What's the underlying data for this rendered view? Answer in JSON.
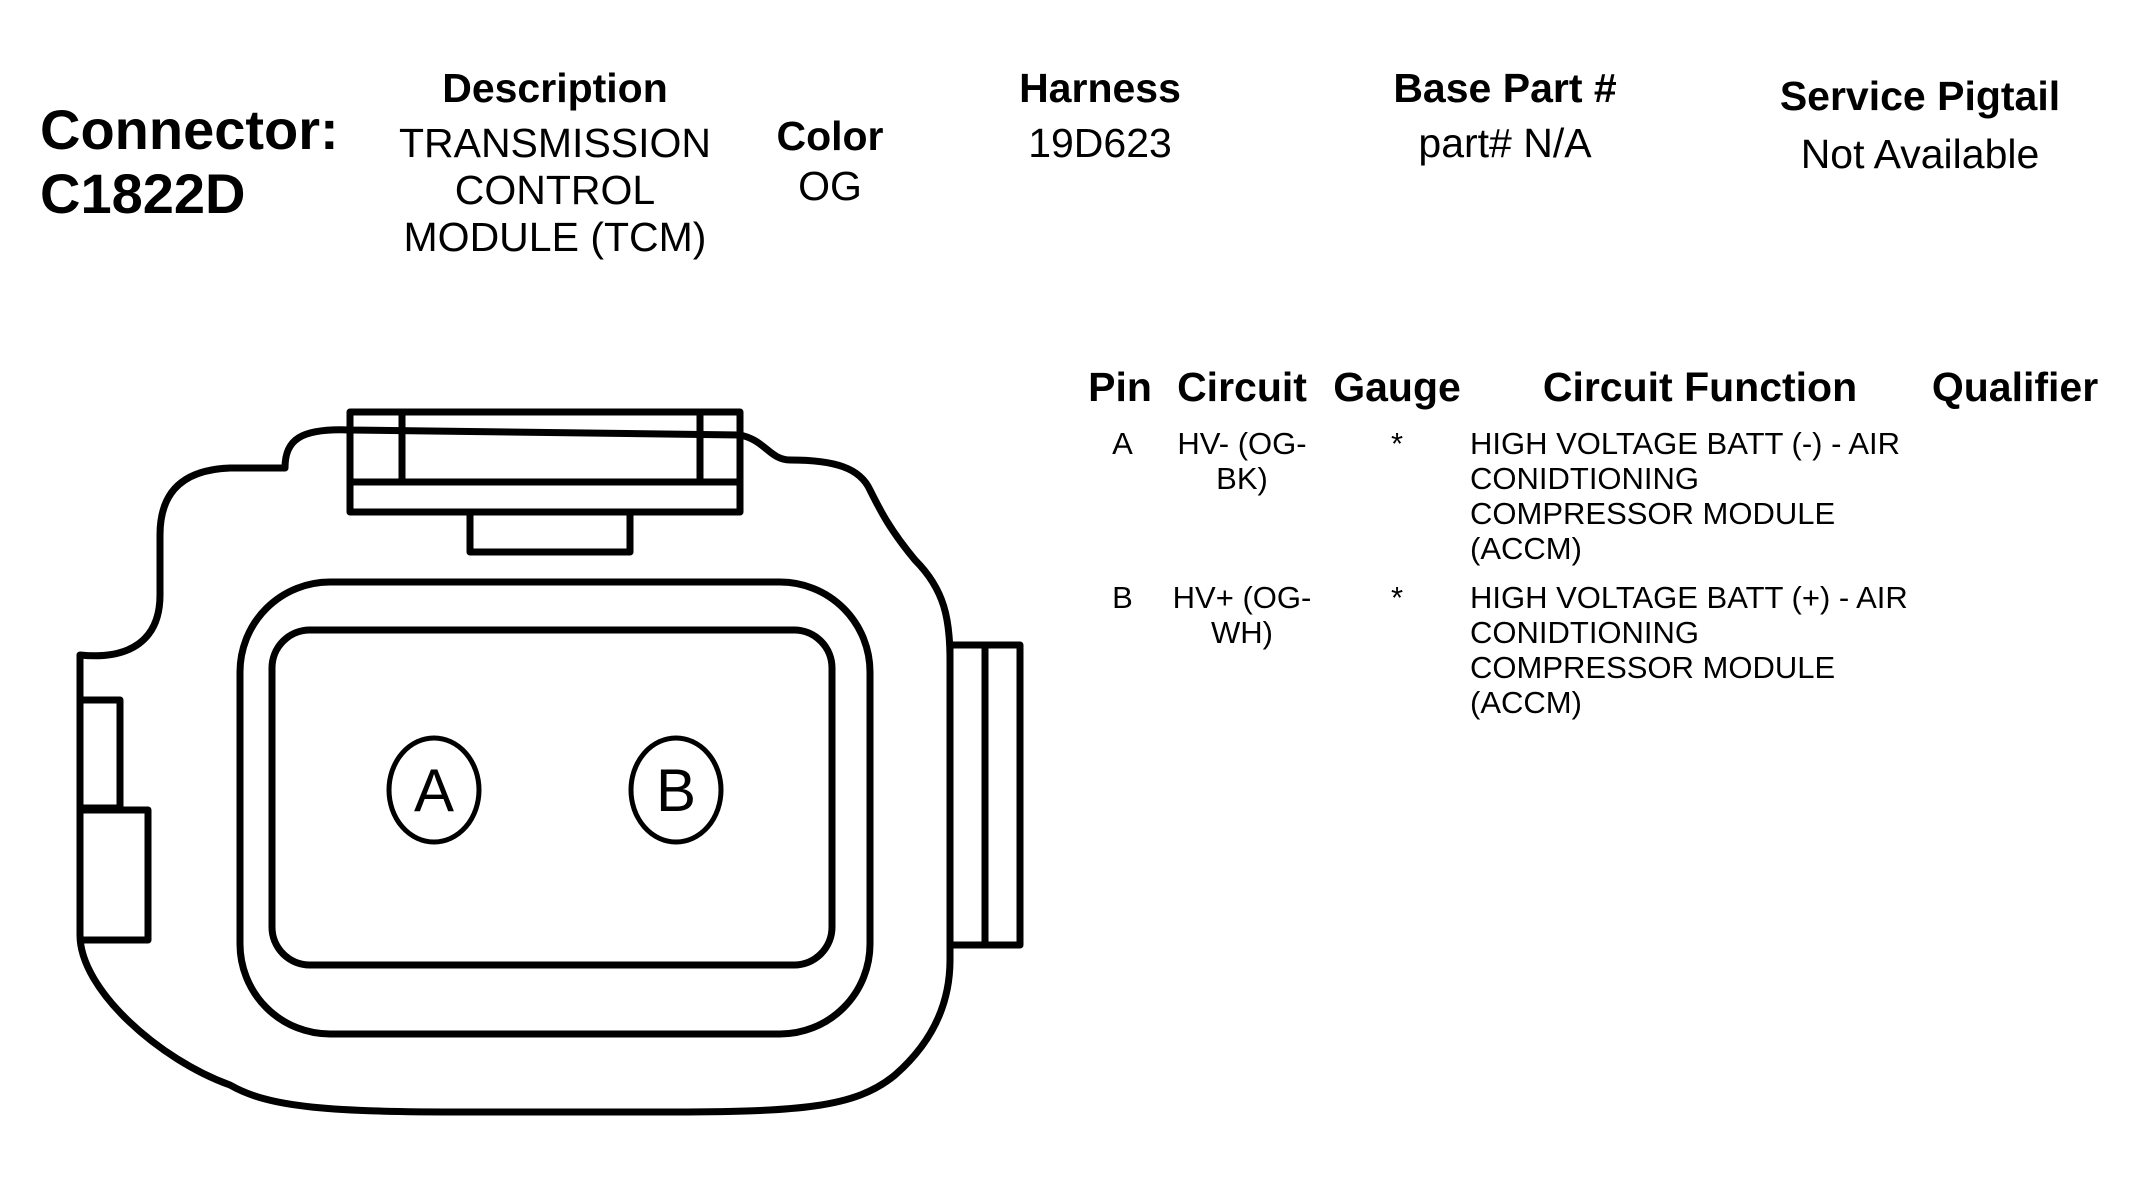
{
  "connector": {
    "title_line1": "Connector:",
    "title_line2": "C1822D"
  },
  "header": {
    "description_label": "Description",
    "description_value": "TRANSMISSION\nCONTROL\nMODULE (TCM)",
    "color_label": "Color",
    "color_value": "OG",
    "harness_label": "Harness",
    "harness_value": "19D623",
    "base_part_label": "Base Part #",
    "base_part_value": "part# N/A",
    "service_pigtail_label": "Service Pigtail",
    "service_pigtail_value": "Not Available"
  },
  "table": {
    "columns": {
      "pin": "Pin",
      "circuit": "Circuit",
      "gauge": "Gauge",
      "function": "Circuit Function",
      "qualifier": "Qualifier"
    },
    "rows": [
      {
        "pin": "A",
        "circuit": "HV- (OG-\nBK)",
        "gauge": "*",
        "function": "HIGH VOLTAGE BATT (-) - AIR\nCONIDTIONING\nCOMPRESSOR MODULE\n(ACCM)",
        "qualifier": ""
      },
      {
        "pin": "B",
        "circuit": "HV+ (OG-\nWH)",
        "gauge": "*",
        "function": "HIGH VOLTAGE BATT (+) - AIR\nCONIDTIONING\nCOMPRESSOR MODULE\n(ACCM)",
        "qualifier": ""
      }
    ]
  },
  "diagram": {
    "pin_a": "A",
    "pin_b": "B"
  }
}
